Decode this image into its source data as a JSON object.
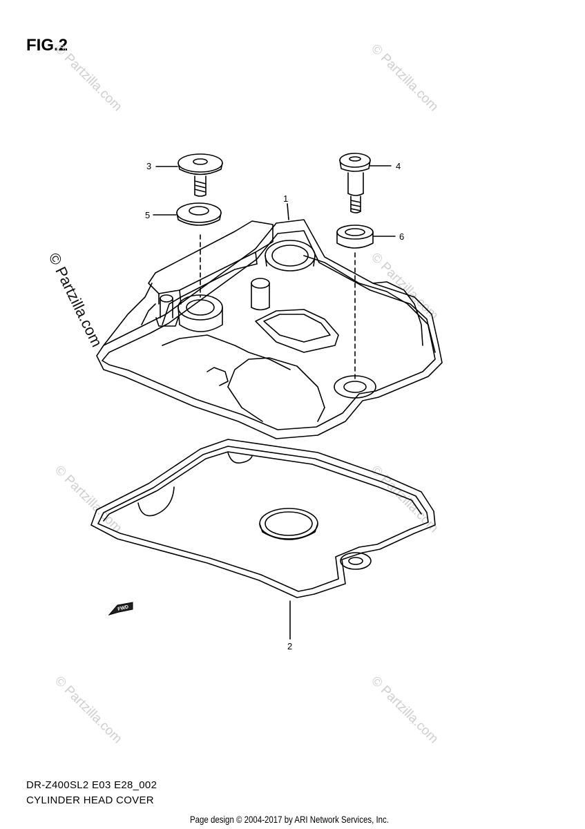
{
  "figure": {
    "title": "FIG.2"
  },
  "callouts": {
    "c1": "1",
    "c2": "2",
    "c3": "3",
    "c4": "4",
    "c5": "5",
    "c6": "6"
  },
  "watermark": {
    "text": "© Partzilla.com"
  },
  "fwd_label": "FWD",
  "caption": {
    "code": "DR-Z400SL2 E03 E28_002",
    "name": "CYLINDER HEAD COVER"
  },
  "footer": {
    "text": "Page design © 2004-2017 by ARI Network Services, Inc."
  },
  "colors": {
    "line": "#000000",
    "watermark": "#cfcfcf",
    "background": "#ffffff"
  }
}
